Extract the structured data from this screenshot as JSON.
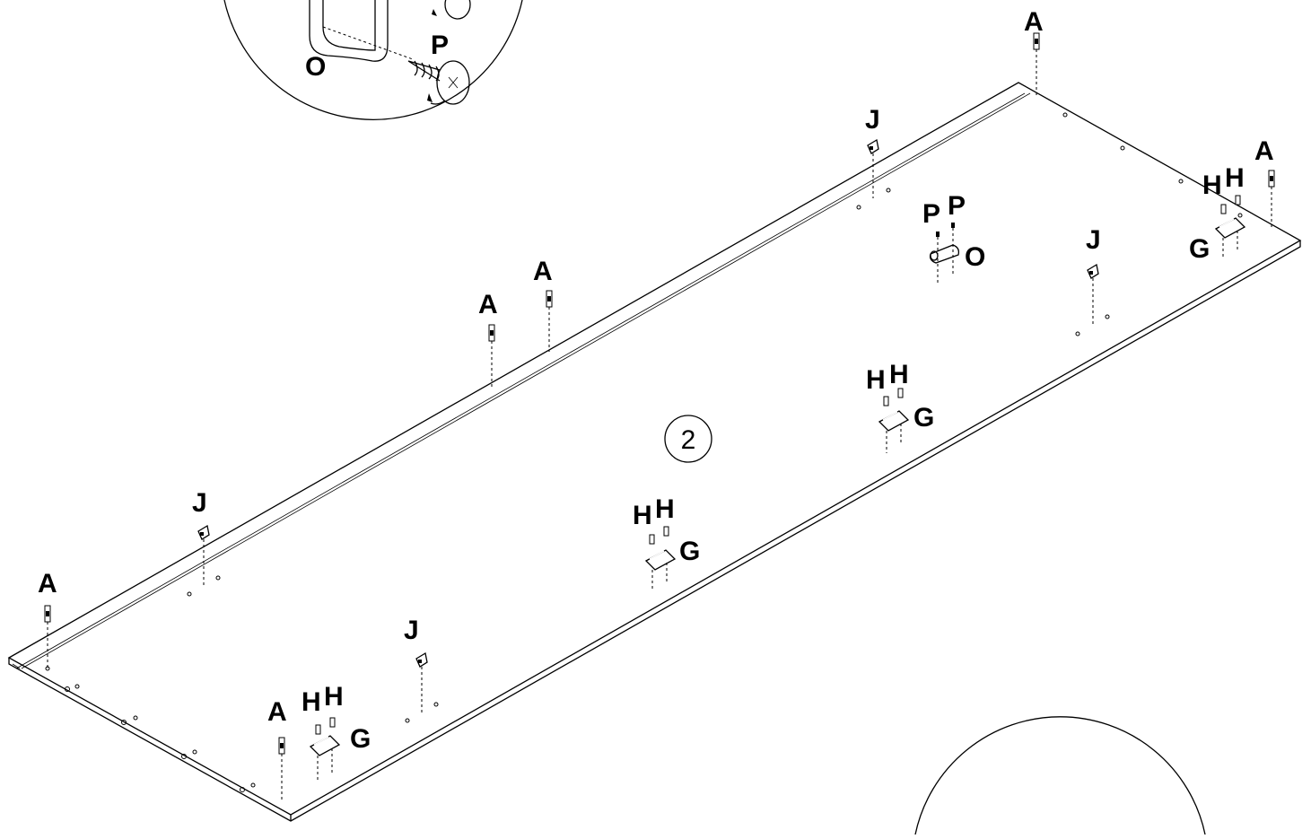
{
  "step_number": "2",
  "detail_labels": {
    "bracket": "O",
    "screw": "P"
  },
  "labels": {
    "a1": "A",
    "a2": "A",
    "a3": "A",
    "a4": "A",
    "a5": "A",
    "a6": "A",
    "j1": "J",
    "j2": "J",
    "j3": "J",
    "j4": "J",
    "p1": "P",
    "p2": "P",
    "o1": "O",
    "h1": "H",
    "h2": "H",
    "g1": "G",
    "h3": "H",
    "h4": "H",
    "g2": "G",
    "h5": "H",
    "h6": "H",
    "g3": "G",
    "h7": "H",
    "h8": "H",
    "g4": "G"
  }
}
